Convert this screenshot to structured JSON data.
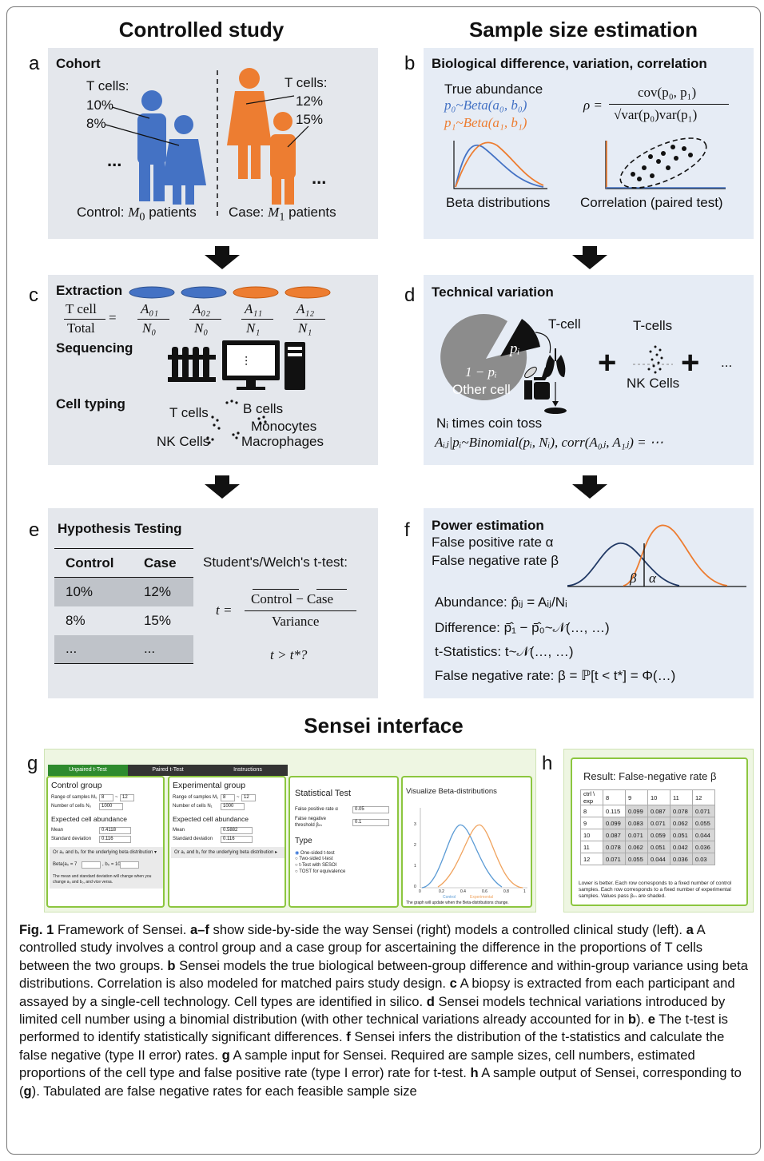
{
  "headings": {
    "left": "Controlled study",
    "right": "Sample size estimation",
    "interface": "Sensei interface"
  },
  "panels": {
    "a": {
      "letter": "a",
      "title": "Cohort",
      "tcells_left": "T cells:",
      "pct1": "10%",
      "pct2": "8%",
      "dots_left": "...",
      "tcells_right": "T cells:",
      "pct3": "12%",
      "pct4": "15%",
      "dots_right": "...",
      "control_label": "Control: ",
      "control_var": "M",
      "control_sub": "0",
      "control_tail": " patients",
      "case_label": "Case: ",
      "case_var": "M",
      "case_sub": "1",
      "case_tail": " patients",
      "colors": {
        "control": "#4472c4",
        "case": "#ed7d31"
      }
    },
    "b": {
      "letter": "b",
      "title": "Biological difference, variation, correlation",
      "true_abundance": "True abundance",
      "p0": "p₀~Beta(a₀, b₀)",
      "p1": "p₁~Beta(a₁, b₁)",
      "rho_lhs": "ρ =",
      "rho_num": "cov(p₀, p₁)",
      "rho_den": "√var(p₀)var(p₁)",
      "beta_label": "Beta distributions",
      "corr_label": "Correlation (paired test)"
    },
    "c": {
      "letter": "c",
      "title": "Extraction",
      "frac_num": "T cell",
      "frac_den": "Total",
      "eq": "=",
      "fracs": [
        {
          "num": "A₀₁",
          "den": "N₀"
        },
        {
          "num": "A₀₂",
          "den": "N₀"
        },
        {
          "num": "A₁₁",
          "den": "N₁"
        },
        {
          "num": "A₁₂",
          "den": "N₁"
        }
      ],
      "sequencing": "Sequencing",
      "cell_typing": "Cell typing",
      "t_cells": "T cells",
      "b_cells": "B cells",
      "monocytes": "Monocytes",
      "nk_cells": "NK Cells",
      "macrophages": "Macrophages"
    },
    "d": {
      "letter": "d",
      "title": "Technical variation",
      "t_cell": "T-cell",
      "p_i": "pᵢ",
      "one_minus": "1 − pᵢ",
      "other_cell": "Other cell",
      "coin_toss": "Nᵢ times coin toss",
      "t_cells": "T-cells",
      "nk_cells": "NK Cells",
      "plus": "+",
      "ellipsis": "...",
      "formula": "Aᵢⱼ|pᵢ~Binomial(pᵢ, Nᵢ), corr(A₀ⱼ, A₁ⱼ) = ⋯"
    },
    "e": {
      "letter": "e",
      "title": "Hypothesis Testing",
      "headers": [
        "Control",
        "Case"
      ],
      "rows": [
        [
          "10%",
          "12%"
        ],
        [
          "8%",
          "15%"
        ],
        [
          "...",
          "..."
        ]
      ],
      "test_name": "Student's/Welch's t-test:",
      "t_eq": "t =",
      "t_num": "Control − Case",
      "t_den": "Variance",
      "t_cond": "t > t*?"
    },
    "f": {
      "letter": "f",
      "title": "Power estimation",
      "fpr": "False positive rate α",
      "fnr": "False negative rate β",
      "beta_sym": "β",
      "alpha_sym": "α",
      "abundance": "Abundance: p̂ᵢⱼ = Aᵢⱼ/Nᵢ",
      "difference": "Difference: p̄̂₁ − p̄̂₀~𝒩(…, …)",
      "tstat": "t-Statistics: t~𝒩(…, …)",
      "fnr_eq": "False negative rate: β = ℙ[t < t*] = Φ(…)"
    },
    "g": {
      "letter": "g",
      "tabs": [
        "Unpaired t-Test",
        "Paired t-Test",
        "Instructions"
      ],
      "control": {
        "title": "Control group",
        "range_label": "Range of samples M₀",
        "range_from": "8",
        "range_to": "12",
        "cells_label": "Number of cells N₀",
        "cells_val": "1000",
        "abund_title": "Expected cell abundance",
        "mean_label": "Mean",
        "mean_val": "0.4118",
        "sd_label": "Standard deviation",
        "sd_val": "0.116",
        "or_label": "Or a₀ and b₀ for the underlying beta distribution ▾",
        "beta_label": "Beta(a₀ = 7",
        "beta_b": ", b₀ = 10",
        "note1": "The mean and standard deviation will change when you",
        "note2": "change a₀ and b₀, and vice versa."
      },
      "experimental": {
        "title": "Experimental group",
        "range_label": "Range of samples M₁",
        "range_from": "8",
        "range_to": "12",
        "cells_label": "Number of cells N₁",
        "cells_val": "1000",
        "abund_title": "Expected cell abundance",
        "mean_label": "Mean",
        "mean_val": "0.5882",
        "sd_label": "Standard deviation",
        "sd_val": "0.116",
        "or_label": "Or a₁ and b₁ for the underlying beta distribution ▸"
      },
      "stat": {
        "title": "Statistical Test",
        "fpr_label": "False positive rate α",
        "fpr_val": "0.05",
        "fnt_label1": "False negative",
        "fnt_label2": "threshold βₜₕ",
        "fnt_val": "0.1",
        "type_title": "Type",
        "options": [
          "One-sided t-test",
          "Two-sided t-test",
          "t-Test with SESOI",
          "TOST for equivalence"
        ]
      },
      "viz": {
        "title": "Visualize Beta-distributions",
        "legend": [
          "Control",
          "Experimental"
        ],
        "yticks": [
          "3",
          "2",
          "1",
          "0"
        ],
        "xticks": [
          "0",
          "0.2",
          "0.4",
          "0.6",
          "0.8",
          "1"
        ],
        "footer": "The graph will update when the Beta-distributions change."
      }
    },
    "h": {
      "letter": "h",
      "title": "Result: False-negative rate β",
      "header": [
        "ctrl \\ exp",
        "8",
        "9",
        "10",
        "11",
        "12"
      ],
      "rows": [
        [
          "8",
          "0.115",
          "0.099",
          "0.087",
          "0.078",
          "0.071"
        ],
        [
          "9",
          "0.099",
          "0.083",
          "0.071",
          "0.062",
          "0.055"
        ],
        [
          "10",
          "0.087",
          "0.071",
          "0.059",
          "0.051",
          "0.044"
        ],
        [
          "11",
          "0.078",
          "0.062",
          "0.051",
          "0.042",
          "0.036"
        ],
        [
          "12",
          "0.071",
          "0.055",
          "0.044",
          "0.036",
          "0.03"
        ]
      ],
      "note": "Lower is better. Each row corresponds to a fixed number of control samples. Each row corresponds to a fixed number of experimental samples. Values pass βₜₕ are shaded."
    }
  },
  "caption": {
    "fig": "Fig. 1",
    "text1": "  Framework of Sensei. ",
    "af": "a–f",
    "text2": " show side-by-side the way Sensei (right) models a controlled clinical study (left). ",
    "a": "a",
    "text_a": " A controlled study involves a control group and a case group for ascertaining the difference in the proportions of T cells between the two groups. ",
    "b": "b",
    "text_b": " Sensei models the true biological between-group difference and within-group variance using beta distributions. Correlation is also modeled for matched pairs study design. ",
    "c": "c",
    "text_c": " A biopsy is extracted from each participant and assayed by a single-cell technology. Cell types are identified in silico. ",
    "d": "d",
    "text_d": " Sensei models technical variations introduced by limited cell number using a binomial distribution (with other technical variations already accounted for in ",
    "d_b": "b",
    "text_d2": "). ",
    "e": "e",
    "text_e": " The t-test is performed to identify statistically significant differences. ",
    "f": "f",
    "text_f": " Sensei infers the distribution of the t-statistics and calculate the false negative (type II error) rates. ",
    "g": "g",
    "text_g": " A sample input for Sensei. Required are sample sizes, cell numbers, estimated proportions of the cell type and false positive rate (type I error) rate for t-test. ",
    "h": "h",
    "text_h": " A sample output of Sensei, corresponding to (",
    "h_g": "g",
    "text_h2": "). Tabulated are false negative rates for each feasible sample size"
  }
}
